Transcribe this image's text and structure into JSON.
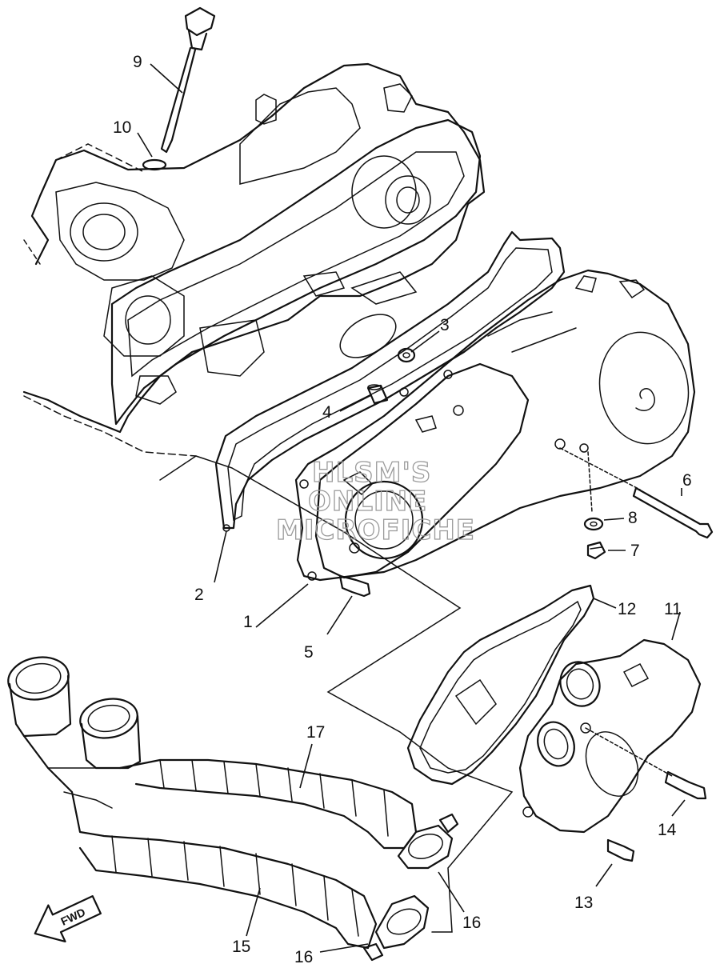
{
  "callouts": {
    "c1": "1",
    "c2": "2",
    "c3": "3",
    "c4": "4",
    "c5": "5",
    "c6": "6",
    "c7": "7",
    "c8": "8",
    "c9": "9",
    "c10": "10",
    "c11": "11",
    "c12": "12",
    "c13": "13",
    "c14": "14",
    "c15": "15",
    "c16a": "16",
    "c16b": "16",
    "c17": "17"
  },
  "watermark": {
    "line1": "HLSM'S",
    "line2": "ONLINE",
    "line3": "MICROFICHE"
  },
  "fwd_label": "FWD"
}
